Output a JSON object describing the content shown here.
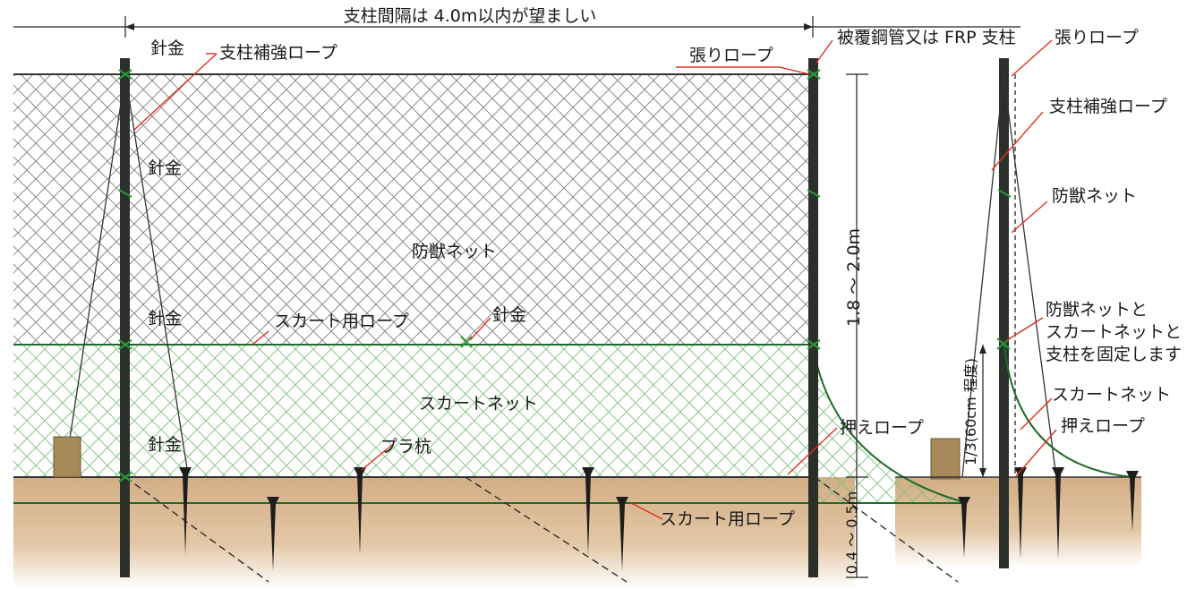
{
  "title_dimension": "支柱間隔は 4.0m以内が望ましい",
  "labels": {
    "harigane_1": "針金",
    "harigane_2": "針金",
    "harigane_3": "針金",
    "harigane_4": "針金",
    "harigane_center": "針金",
    "shichu_hokyo_rope": "支柱補強ロープ",
    "hari_rope": "張りロープ",
    "post_type": "被覆鋼管又は FRP 支柱",
    "side_hari_rope": "張りロープ",
    "side_shichu_hokyo_rope": "支柱補強ロープ",
    "boju_net": "防獣ネット",
    "side_boju_net": "防獣ネット",
    "skirt_rope": "スカート用ロープ",
    "skirt_net": "スカートネット",
    "osae_rope": "押えロープ",
    "pura_kui": "プラ杭",
    "skirt_rope_bottom": "スカート用ロープ",
    "side_fix_line1": "防獣ネットと",
    "side_fix_line2": "スカートネットと",
    "side_fix_line3": "支柱を固定します",
    "side_skirt_net": "スカートネット",
    "side_osae_rope": "押えロープ"
  },
  "dimensions": {
    "height": "1.8 ～ 2.0m",
    "ground": "0.4 ～ 0.5m",
    "skirt": "1/3(60cm 程度)"
  },
  "colors": {
    "ground": "#d9b893",
    "post": "#2b302b",
    "rope_green": "#1f6b2a",
    "leader_red": "#e0301e",
    "net_lines": "#777777",
    "skirt_lines": "#7fbf7f"
  }
}
